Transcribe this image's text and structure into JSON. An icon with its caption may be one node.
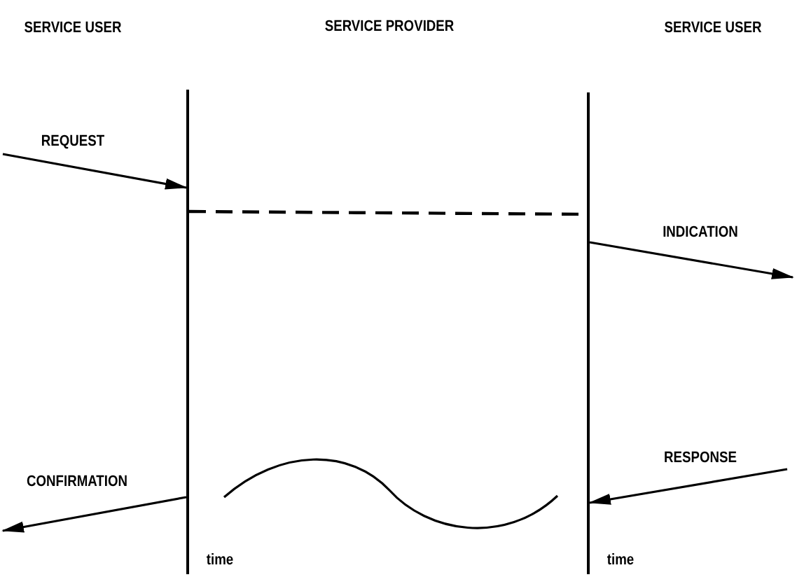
{
  "diagram": {
    "nodes": [
      {
        "text": [],
        "shape": "bar",
        "beside": [
          "time"
        ]
      },
      {
        "text": [],
        "shape": "bar",
        "beside": [
          "time"
        ]
      }
    ],
    "edges": [
      {
        "from": null,
        "to": 0,
        "arrow": "to",
        "label": "REQUEST"
      },
      {
        "from": 0,
        "to": 1,
        "arrow": "none",
        "style": "dashed"
      },
      {
        "from": 1,
        "to": null,
        "arrow": "to",
        "label": "INDICATION"
      },
      {
        "from": null,
        "to": 1,
        "arrow": "to",
        "label": "RESPONSE"
      },
      {
        "from": 0,
        "to": null,
        "arrow": "to",
        "label": "CONFIRMATION"
      }
    ],
    "labels": [
      "SERVICE USER",
      "SERVICE PROVIDER",
      "SERVICE USER"
    ]
  }
}
